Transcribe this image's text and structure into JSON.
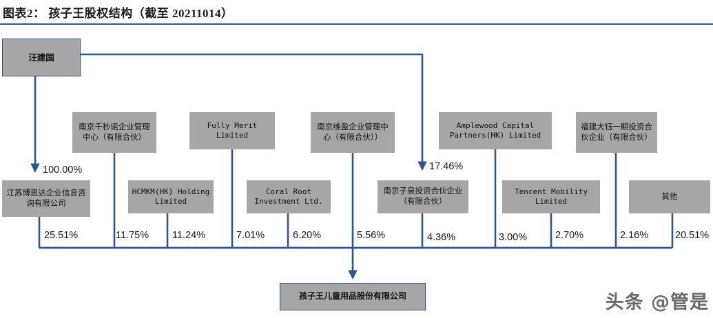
{
  "figure": {
    "title": "图表2： 孩子王股权结构（截至 20211014）",
    "accent_color": "#2f5496",
    "box_fill": "#a6a6a6"
  },
  "root": {
    "label": "汪建国"
  },
  "upper_nodes": [
    {
      "label": "南京千秒诺企业管理中心（有限合伙）",
      "lang": "cn"
    },
    {
      "label": "Fully Merit Limited",
      "lang": "en"
    },
    {
      "label": "南京维盈企业管理中心（有限合伙））",
      "lang": "cn"
    },
    {
      "label": "Amplewood Capital Partners(HK) Limited",
      "lang": "en"
    },
    {
      "label": "福建大钰一期投资合伙企业（有限合伙）",
      "lang": "cn"
    }
  ],
  "lower_nodes": [
    {
      "label": "江苏博思达企业信息咨询有限公司",
      "lang": "cn"
    },
    {
      "label": "HCMKM(HK) Holding Limited",
      "lang": "en"
    },
    {
      "label": "Coral Root Investment Ltd.",
      "lang": "en"
    },
    {
      "label": "南京子泉投资合伙企业（有限合伙）",
      "lang": "cn"
    },
    {
      "label": "Tencent Mobility Limited",
      "lang": "en"
    },
    {
      "label": "其他",
      "lang": "cn"
    }
  ],
  "control_stakes": [
    {
      "label": "100.00%",
      "from": "汪建国",
      "to": "江苏博思达企业信息咨询有限公司"
    },
    {
      "label": "17.46%",
      "from": "汪建国",
      "to": "南京子泉投资合伙企业（有限合伙）"
    }
  ],
  "ownership_stakes": [
    {
      "label": "25.51%",
      "holder": "江苏博思达企业信息咨询有限公司"
    },
    {
      "label": "11.75%",
      "holder": "南京千秒诺企业管理中心（有限合伙）"
    },
    {
      "label": "11.24%",
      "holder": "HCMKM(HK) Holding Limited"
    },
    {
      "label": "7.01%",
      "holder": "Fully Merit Limited"
    },
    {
      "label": "6.20%",
      "holder": "Coral Root Investment Ltd."
    },
    {
      "label": "5.56%",
      "holder": "南京维盈企业管理中心（有限合伙））"
    },
    {
      "label": "4.36%",
      "holder": "南京子泉投资合伙企业（有限合伙）"
    },
    {
      "label": "3.00%",
      "holder": "Amplewood Capital Partners(HK) Limited"
    },
    {
      "label": "2.70%",
      "holder": "Tencent Mobility Limited"
    },
    {
      "label": "2.16%",
      "holder": "福建大钰一期投资合伙企业（有限合伙）"
    },
    {
      "label": "20.51%",
      "holder": "其他"
    }
  ],
  "target": {
    "label": "孩子王儿童用品股份有限公司"
  },
  "watermark": {
    "label": "头条 @管是"
  }
}
